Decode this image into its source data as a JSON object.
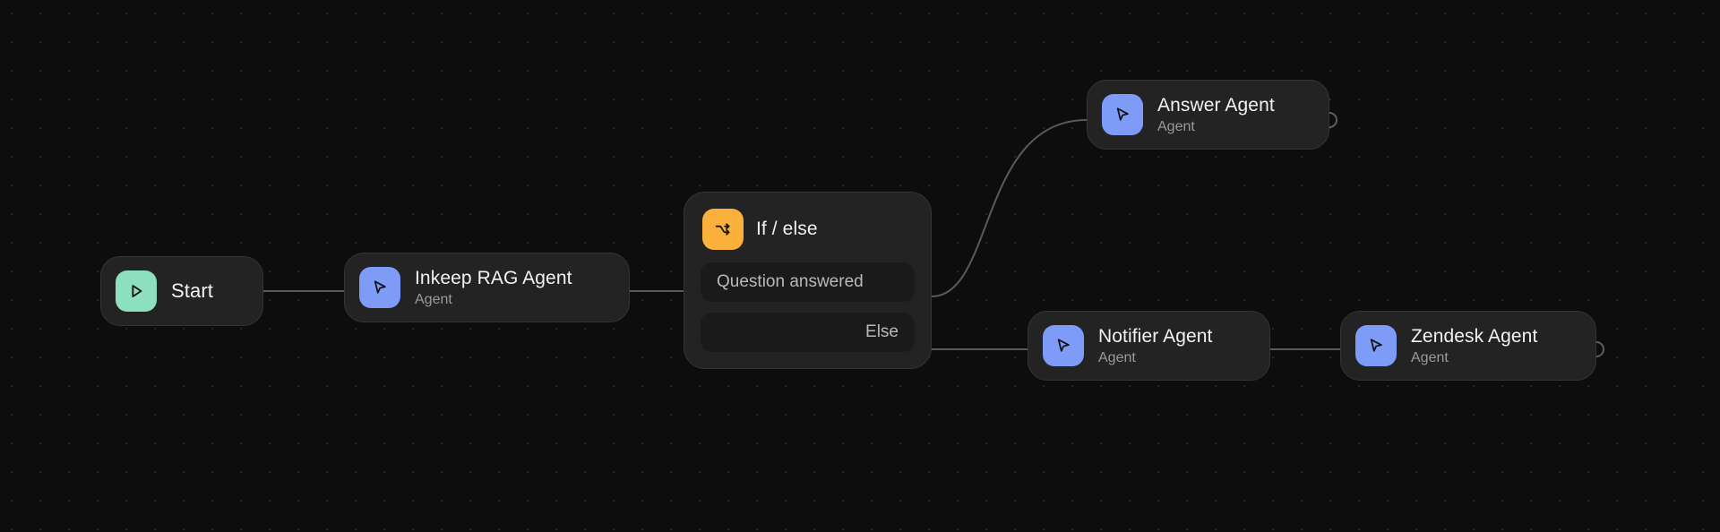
{
  "canvas": {
    "background_color": "#0d0d0d",
    "dot_color": "#262626",
    "edge_color": "#5a5a5a"
  },
  "nodes": {
    "start": {
      "title": "Start",
      "icon": "play-icon",
      "icon_color": "#8ce0c0"
    },
    "inkeep_rag_agent": {
      "title": "Inkeep RAG Agent",
      "subtitle": "Agent",
      "icon": "cursor-arrow-icon",
      "icon_color": "#7d9bf7"
    },
    "if_else": {
      "title": "If / else",
      "icon": "split-arrows-icon",
      "icon_color": "#fbb03b",
      "branches": [
        {
          "label": "Question answered",
          "align": "left"
        },
        {
          "label": "Else",
          "align": "right"
        }
      ]
    },
    "answer_agent": {
      "title": "Answer Agent",
      "subtitle": "Agent",
      "icon": "cursor-arrow-icon",
      "icon_color": "#7d9bf7"
    },
    "notifier_agent": {
      "title": "Notifier Agent",
      "subtitle": "Agent",
      "icon": "cursor-arrow-icon",
      "icon_color": "#7d9bf7"
    },
    "zendesk_agent": {
      "title": "Zendesk Agent",
      "subtitle": "Agent",
      "icon": "cursor-arrow-icon",
      "icon_color": "#7d9bf7"
    }
  }
}
